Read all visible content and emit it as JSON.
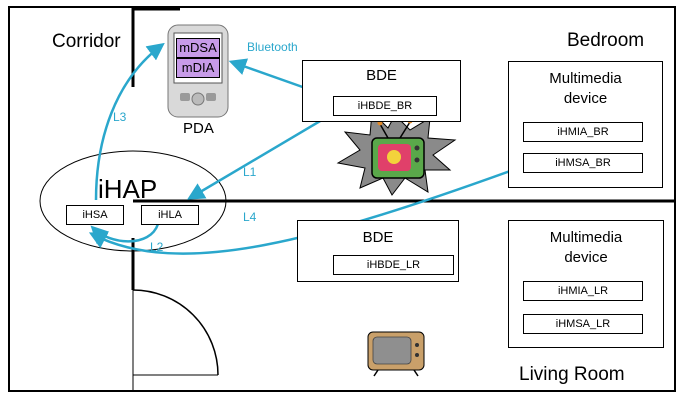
{
  "rooms": {
    "corridor": "Corridor",
    "bedroom": "Bedroom",
    "living_room": "Living Room"
  },
  "pda": {
    "label": "PDA",
    "apps": [
      "mDSA",
      "mDIA"
    ]
  },
  "ihap": {
    "label": "iHAP",
    "agents": [
      "iHSA",
      "iHLA"
    ]
  },
  "bedroom": {
    "bde_title": "BDE",
    "bde_agent": "iHBDE_BR",
    "mm_title_line1": "Multimedia",
    "mm_title_line2": "device",
    "mm_agents": [
      "iHMIA_BR",
      "iHMSA_BR"
    ]
  },
  "living_room": {
    "bde_title": "BDE",
    "bde_agent": "iHBDE_LR",
    "mm_title_line1": "Multimedia",
    "mm_title_line2": "device",
    "mm_agents": [
      "iHMIA_LR",
      "iHMSA_LR"
    ]
  },
  "links": {
    "bluetooth": "Bluetooth",
    "l1": "L1",
    "l2": "L2",
    "l3": "L3",
    "l4": "L4"
  },
  "colors": {
    "link_color": "#2aa7cc",
    "pda_screen": "#c79be8"
  }
}
